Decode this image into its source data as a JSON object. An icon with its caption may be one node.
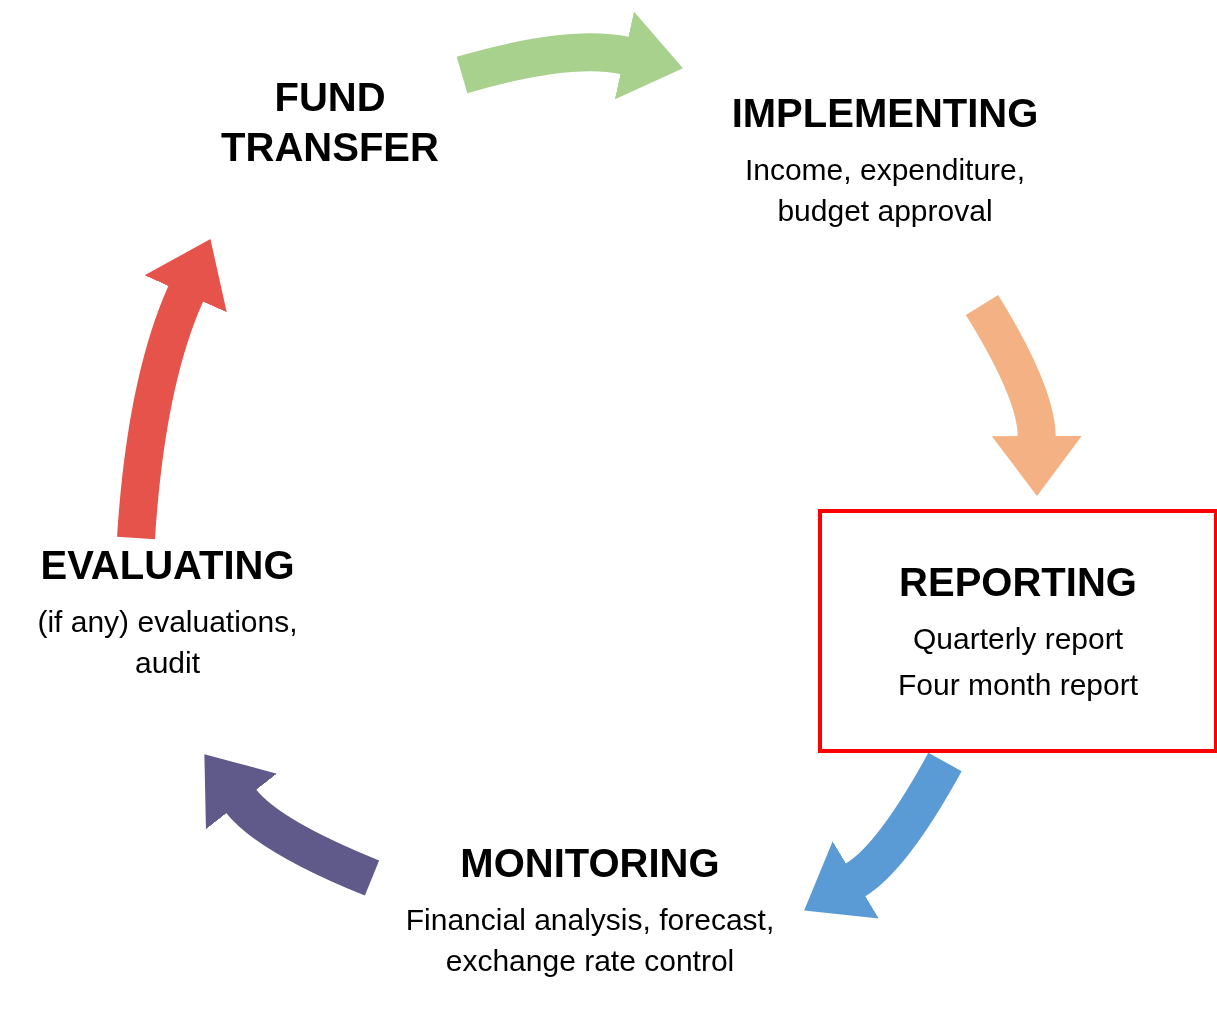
{
  "diagram": {
    "nodes": [
      {
        "text": [
          "FUND TRANSFER"
        ]
      },
      {
        "text": [
          "IMPLEMENTING",
          "Income, expenditure, budget approval"
        ]
      },
      {
        "text": [
          "REPORTING",
          "Quarterly report",
          "Four month report"
        ]
      },
      {
        "text": [
          "MONITORING",
          "Financial analysis, forecast, exchange rate control"
        ]
      },
      {
        "text": [
          "EVALUATING",
          "(if any) evaluations, audit"
        ]
      }
    ],
    "edges": [
      {
        "from": 0,
        "to": 1,
        "arrow": "to",
        "color": "#a9d18e"
      },
      {
        "from": 1,
        "to": 2,
        "arrow": "to",
        "color": "#f4b183"
      },
      {
        "from": 2,
        "to": 3,
        "arrow": "to",
        "color": "#5b9bd5"
      },
      {
        "from": 3,
        "to": 4,
        "arrow": "to",
        "color": "#5f5a8a"
      },
      {
        "from": 4,
        "to": 0,
        "arrow": "to",
        "color": "#e5534b"
      }
    ]
  }
}
